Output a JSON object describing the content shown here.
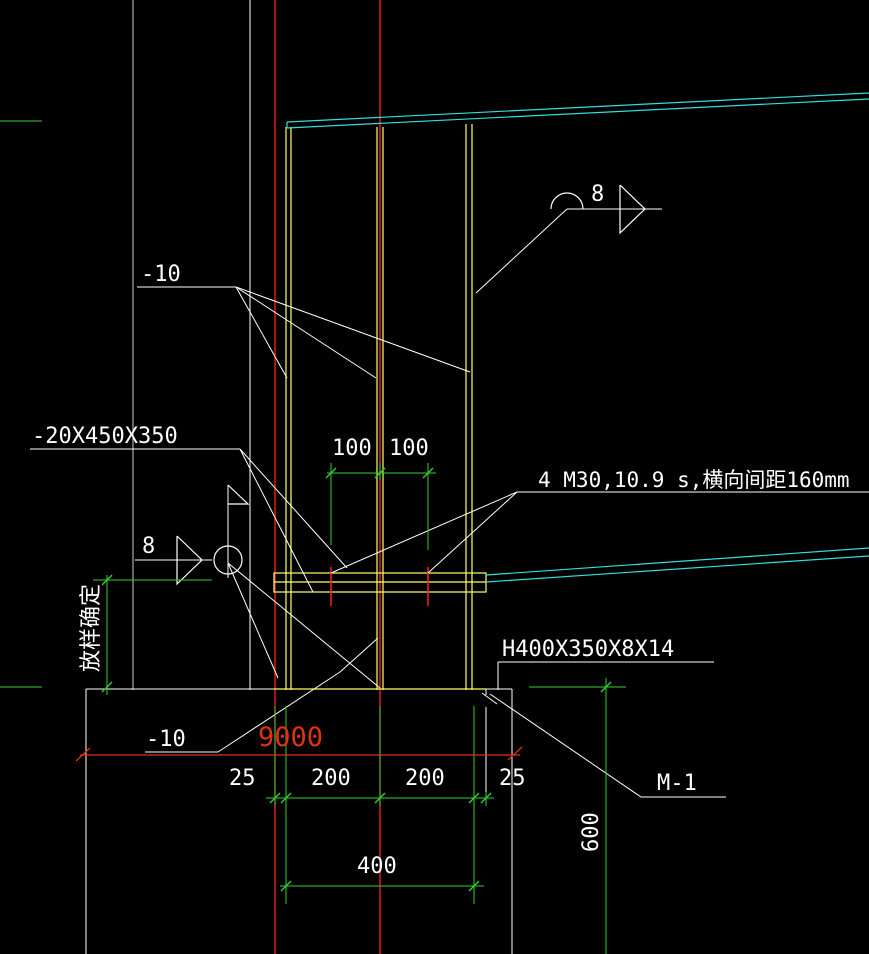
{
  "colors": {
    "background": "#000000",
    "white": "#ffffff",
    "red": "#ff2020",
    "yellow": "#ffff66",
    "cyan": "#33dddd",
    "green": "#33cc33",
    "orange_red": "#dd3311"
  },
  "annotations": {
    "plate_10_top": "-10",
    "base_plate": "-20X450X350",
    "bolts": "4 M30,10.9 s,横向间距160mm",
    "weld_top": "8",
    "weld_left": "8",
    "vertical_note": "放样确定",
    "section": "H400X350X8X14",
    "plate_10_bottom": "-10",
    "member_m1": "M-1",
    "elevation_value": "9000"
  },
  "dimensions": {
    "top_left": "100",
    "top_right": "100",
    "bottom_a": "25",
    "bottom_b": "200",
    "bottom_c": "200",
    "bottom_d": "25",
    "total": "400",
    "height": "600"
  }
}
